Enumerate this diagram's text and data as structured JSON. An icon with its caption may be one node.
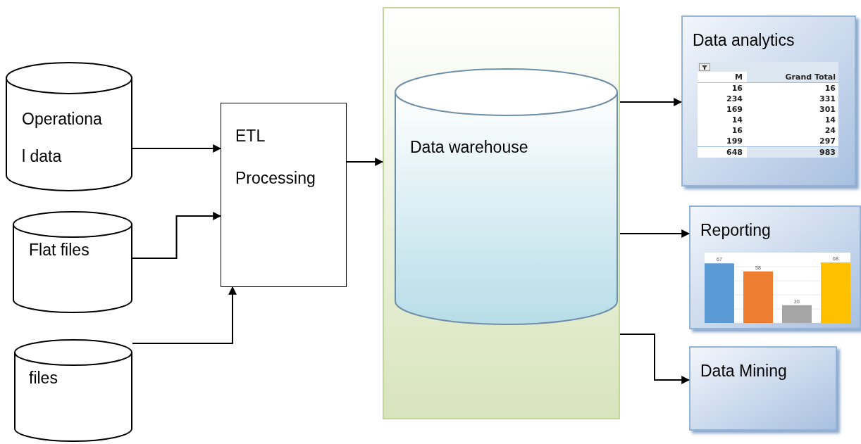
{
  "diagram": {
    "nodes": [
      {
        "text": [
          "Operationa l data"
        ]
      },
      {
        "text": [
          "Flat files"
        ]
      },
      {
        "text": [
          "files"
        ]
      },
      {
        "text": [
          "ETL Processing"
        ]
      },
      {
        "text": [],
        "shape": "box"
      },
      {
        "text": [
          "Data warehouse"
        ],
        "in": 4
      },
      {
        "text": [
          "Data analytics"
        ]
      },
      {
        "text": [
          "Reporting"
        ]
      },
      {
        "text": [
          "Data Mining"
        ]
      }
    ],
    "edges": [
      {
        "from": 0,
        "to": 3,
        "arrow": "to"
      },
      {
        "from": 1,
        "to": 3,
        "arrow": "to"
      },
      {
        "from": 2,
        "to": 3,
        "arrow": "to"
      },
      {
        "from": 3,
        "to": 4,
        "arrow": "to"
      },
      {
        "from": 4,
        "to": 6,
        "arrow": "to"
      },
      {
        "from": 4,
        "to": 7,
        "arrow": "to"
      },
      {
        "from": 4,
        "to": 8,
        "arrow": "to"
      }
    ],
    "labels": [
      "M",
      "Grand Total",
      "16",
      "16",
      "234",
      "331",
      "169",
      "301",
      "14",
      "14",
      "16",
      "24",
      "199",
      "297",
      "648",
      "983"
    ],
    "chart_data": {
      "type": "bar",
      "categories": [
        null
      ],
      "data_labels": true,
      "series": [
        {
          "color": "#5b9bd5",
          "values": [
            67
          ]
        },
        {
          "color": "#ed7d31",
          "values": [
            58
          ]
        },
        {
          "color": "#a5a5a5",
          "values": [
            20
          ]
        },
        {
          "color": "#ffc000",
          "values": [
            68
          ]
        }
      ]
    }
  }
}
